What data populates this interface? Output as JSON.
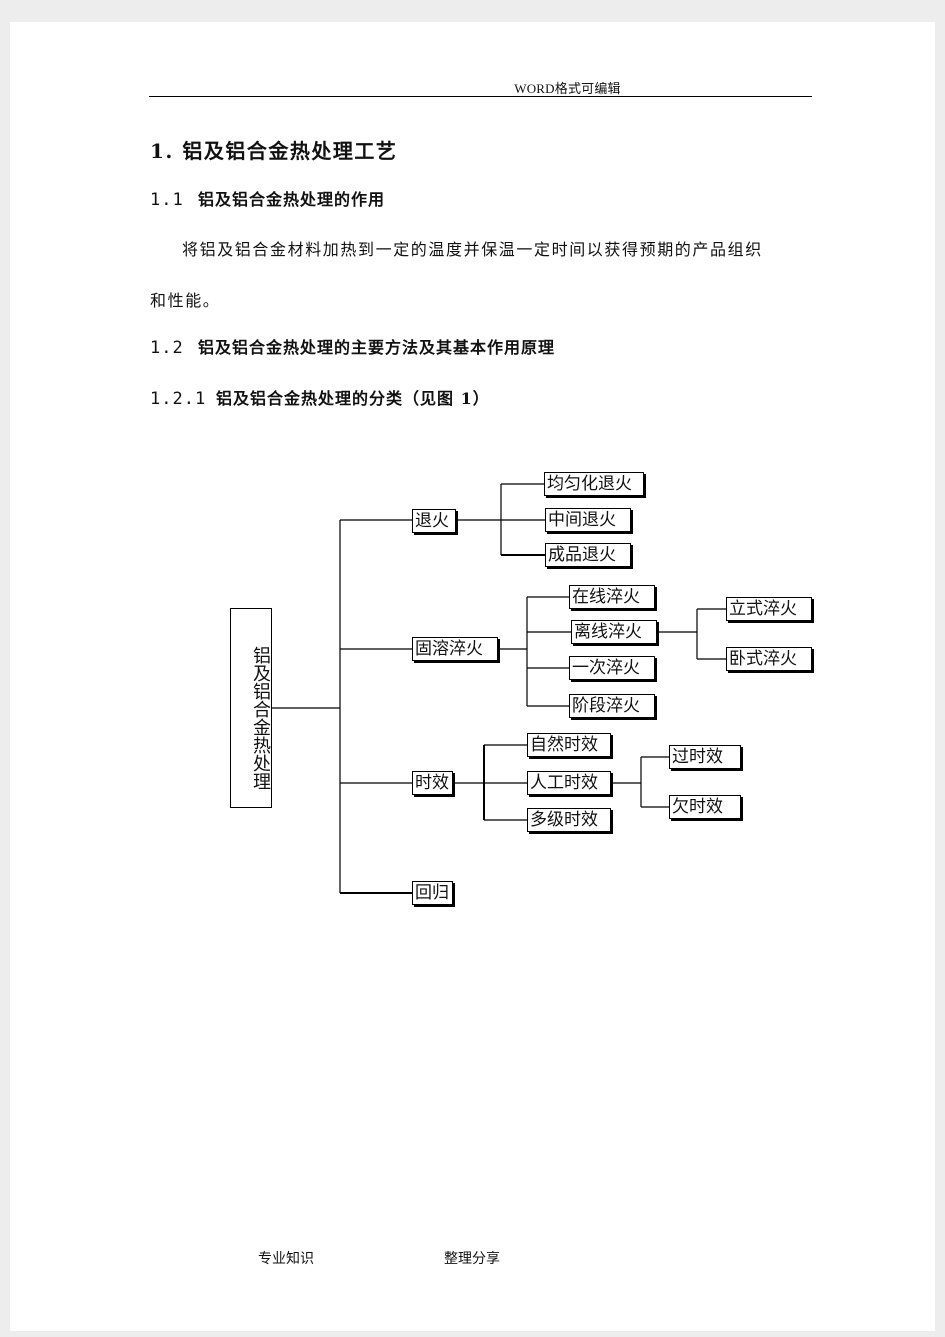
{
  "header": {
    "text": "WORD格式可编辑"
  },
  "sections": {
    "h1": "1. 铝及铝合金热处理工艺",
    "s11_num": "1.1",
    "s11_title": "铝及铝合金热处理的作用",
    "p1_line1": "将铝及铝合金材料加热到一定的温度并保温一定时间以获得预期的产品组织",
    "p1_line2": "和性能。",
    "s12_num": "1.2",
    "s12_title": "铝及铝合金热处理的主要方法及其基本作用原理",
    "s121_num": "1.2.1",
    "s121_title": "铝及铝合金热处理的分类（见图 1）"
  },
  "diagram": {
    "root": "铝及铝合金热处理",
    "annealing": "退火",
    "annealing_children": [
      "均匀化退火",
      "中间退火",
      "成品退火"
    ],
    "quenching": "固溶淬火",
    "quenching_children": [
      "在线淬火",
      "离线淬火",
      "一次淬火",
      "阶段淬火"
    ],
    "offline_children": [
      "立式淬火",
      "卧式淬火"
    ],
    "aging": "时效",
    "aging_children": [
      "自然时效",
      "人工时效",
      "多级时效"
    ],
    "artificial_children": [
      "过时效",
      "欠时效"
    ],
    "regression": "回归"
  },
  "footer": {
    "left": "专业知识",
    "right": "整理分享"
  }
}
